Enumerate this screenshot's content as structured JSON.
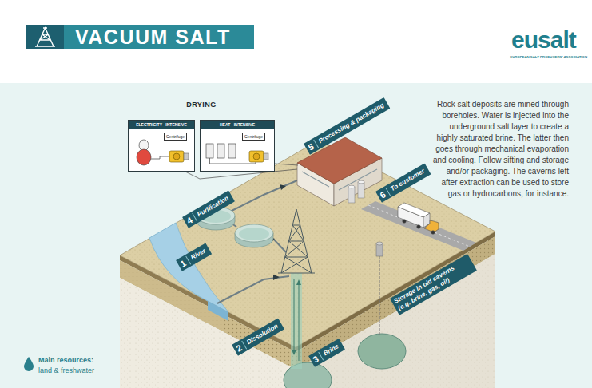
{
  "diagram": {
    "title": "VACUUM SALT",
    "nodes": [
      {
        "text": [
          "ELECTRICITY - INTENSIVE",
          "Centrifuge"
        ]
      },
      {
        "text": [
          "HEAT - INTENSIVE",
          "Centrifuge"
        ]
      },
      {
        "text": [
          "1",
          "River"
        ]
      },
      {
        "text": [
          "2",
          "Dissolution"
        ]
      },
      {
        "text": [
          "3",
          "Brine"
        ]
      },
      {
        "text": [
          "4",
          "Purification"
        ]
      },
      {
        "text": [
          "5",
          "Processing & packaging"
        ]
      },
      {
        "text": [
          "6",
          "To customer"
        ]
      },
      {
        "text": [
          "Storage in old caverns (e.g. brine, gas, oil)"
        ]
      }
    ],
    "labels": [
      "DRYING",
      "eusalt",
      "EUROPEAN SALT PRODUCERS' ASSOCIATION",
      "Rock salt deposits are mined through boreholes. Water is injected into the underground salt layer to create a highly saturated brine. The latter then goes through mechanical evaporation and cooling. Follow sifting and storage and/or packaging. The caverns left after extraction can be used to store gas or hydrocarbons, for instance.",
      "Main resources:",
      "land & freshwater"
    ]
  }
}
